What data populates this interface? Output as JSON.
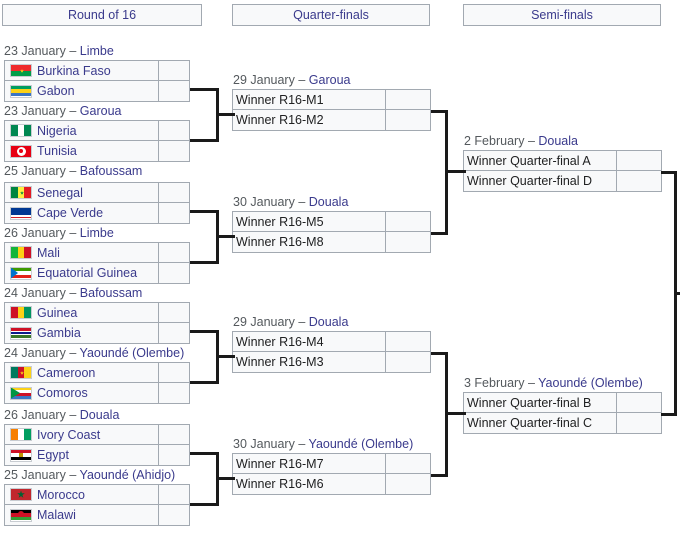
{
  "headers": [
    {
      "label": "Round of 16"
    },
    {
      "label": "Quarter-finals"
    },
    {
      "label": "Semi-finals"
    }
  ],
  "round_of_16": [
    {
      "date": "23 January",
      "venue": "Limbe",
      "teams": [
        {
          "name": "Burkina Faso",
          "flag": "f-bfa",
          "score": ""
        },
        {
          "name": "Gabon",
          "flag": "f-gab",
          "score": ""
        }
      ]
    },
    {
      "date": "23 January",
      "venue": "Garoua",
      "teams": [
        {
          "name": "Nigeria",
          "flag": "f-nga",
          "score": ""
        },
        {
          "name": "Tunisia",
          "flag": "f-tun",
          "score": ""
        }
      ]
    },
    {
      "date": "25 January",
      "venue": "Bafoussam",
      "teams": [
        {
          "name": "Senegal",
          "flag": "f-sen",
          "score": ""
        },
        {
          "name": "Cape Verde",
          "flag": "f-cpv",
          "score": ""
        }
      ]
    },
    {
      "date": "26 January",
      "venue": "Limbe",
      "teams": [
        {
          "name": "Mali",
          "flag": "f-mli",
          "score": ""
        },
        {
          "name": "Equatorial Guinea",
          "flag": "f-gnq",
          "score": ""
        }
      ]
    },
    {
      "date": "24 January",
      "venue": "Bafoussam",
      "teams": [
        {
          "name": "Guinea",
          "flag": "f-gin",
          "score": ""
        },
        {
          "name": "Gambia",
          "flag": "f-gmb",
          "score": ""
        }
      ]
    },
    {
      "date": "24 January",
      "venue": "Yaoundé (Olembe)",
      "teams": [
        {
          "name": "Cameroon",
          "flag": "f-cmr",
          "score": ""
        },
        {
          "name": "Comoros",
          "flag": "f-com",
          "score": ""
        }
      ]
    },
    {
      "date": "26 January",
      "venue": "Douala",
      "teams": [
        {
          "name": "Ivory Coast",
          "flag": "f-civ",
          "score": ""
        },
        {
          "name": "Egypt",
          "flag": "f-egy",
          "score": ""
        }
      ]
    },
    {
      "date": "25 January",
      "venue": "Yaoundé (Ahidjo)",
      "teams": [
        {
          "name": "Morocco",
          "flag": "f-mar",
          "score": ""
        },
        {
          "name": "Malawi",
          "flag": "f-mwi",
          "score": ""
        }
      ]
    }
  ],
  "quarter_finals": [
    {
      "date": "29 January",
      "venue": "Garoua",
      "teams": [
        {
          "name": "Winner R16-M1",
          "score": ""
        },
        {
          "name": "Winner R16-M2",
          "score": ""
        }
      ]
    },
    {
      "date": "30 January",
      "venue": "Douala",
      "teams": [
        {
          "name": "Winner R16-M5",
          "score": ""
        },
        {
          "name": "Winner R16-M8",
          "score": ""
        }
      ]
    },
    {
      "date": "29 January",
      "venue": "Douala",
      "teams": [
        {
          "name": "Winner R16-M4",
          "score": ""
        },
        {
          "name": "Winner R16-M3",
          "score": ""
        }
      ]
    },
    {
      "date": "30 January",
      "venue": "Yaoundé (Olembe)",
      "teams": [
        {
          "name": "Winner R16-M7",
          "score": ""
        },
        {
          "name": "Winner R16-M6",
          "score": ""
        }
      ]
    }
  ],
  "semi_finals": [
    {
      "date": "2 February",
      "venue": "Douala",
      "teams": [
        {
          "name": "Winner Quarter-final A",
          "score": ""
        },
        {
          "name": "Winner Quarter-final D",
          "score": ""
        }
      ]
    },
    {
      "date": "3 February",
      "venue": "Yaoundé (Olembe)",
      "teams": [
        {
          "name": "Winner Quarter-final B",
          "score": ""
        },
        {
          "name": "Winner Quarter-final C",
          "score": ""
        }
      ]
    }
  ],
  "colors": {
    "box_border": "#a2a9b1",
    "box_fill": "#f8f9fa",
    "link_text": "#3a3a8c",
    "caption_text": "#54595d",
    "connector": "#1a1a1a"
  },
  "separator": "–"
}
